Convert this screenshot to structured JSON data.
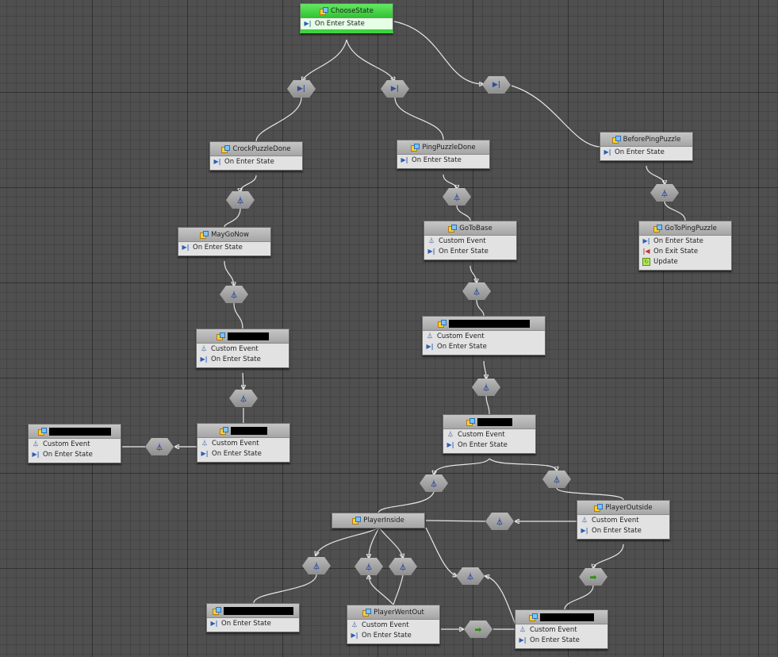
{
  "nodes": {
    "choose_state": {
      "title": "ChooseState",
      "rows": [
        "On Enter State"
      ]
    },
    "crock_puzzle_done": {
      "title": "CrockPuzzleDone",
      "rows": [
        "On Enter State"
      ]
    },
    "ping_puzzle_done": {
      "title": "PingPuzzleDone",
      "rows": [
        "On Enter State"
      ]
    },
    "before_ping_puzzle": {
      "title": "BeforePingPuzzle",
      "rows": [
        "On Enter State"
      ]
    },
    "may_go_now": {
      "title": "MayGoNow",
      "rows": [
        "On Enter State"
      ]
    },
    "go_to_base": {
      "title": "GoToBase",
      "rows": [
        "Custom Event",
        "On Enter State"
      ]
    },
    "go_to_ping_puzzle": {
      "title": "GoToPingPuzzle",
      "rows": [
        "On Enter State",
        "On Exit State",
        "Update"
      ]
    },
    "left_redacted_1": {
      "title": "",
      "rows": [
        "Custom Event",
        "On Enter State"
      ]
    },
    "mid_redacted_1": {
      "title": "",
      "rows": [
        "Custom Event",
        "On Enter State"
      ]
    },
    "left_redacted_2": {
      "title": "",
      "rows": [
        "Custom Event",
        "On Enter State"
      ]
    },
    "far_left_redacted": {
      "title": "",
      "rows": [
        "Custom Event",
        "On Enter State"
      ]
    },
    "mid_redacted_2": {
      "title": "",
      "rows": [
        "Custom Event",
        "On Enter State"
      ]
    },
    "player_outside": {
      "title": "PlayerOutside",
      "rows": [
        "Custom Event",
        "On Enter State"
      ]
    },
    "player_inside": {
      "title": "PlayerInside",
      "rows": []
    },
    "bottom_left_redacted": {
      "title": "",
      "rows": [
        "On Enter State"
      ]
    },
    "player_went_out": {
      "title": "PlayerWentOut",
      "rows": [
        "Custom Event",
        "On Enter State"
      ]
    },
    "bottom_right_redacted": {
      "title": "",
      "rows": [
        "Custom Event",
        "On Enter State"
      ]
    }
  },
  "icons": {
    "on_enter": "enter-state-icon",
    "on_exit": "exit-state-icon",
    "update": "update-icon",
    "custom_event": "custom-event-icon",
    "state": "state-icon",
    "transition_enter": "enter-transition-icon",
    "transition_event": "event-transition-icon",
    "transition_arrow": "arrow-transition-icon"
  },
  "colors": {
    "canvas": "#4f4f4f",
    "start_state": "#3fd33f",
    "node_body": "#e2e2e2",
    "node_header": "#b0b0b0",
    "wire": "#e6e6e6",
    "transition": "#a3a3a3"
  }
}
